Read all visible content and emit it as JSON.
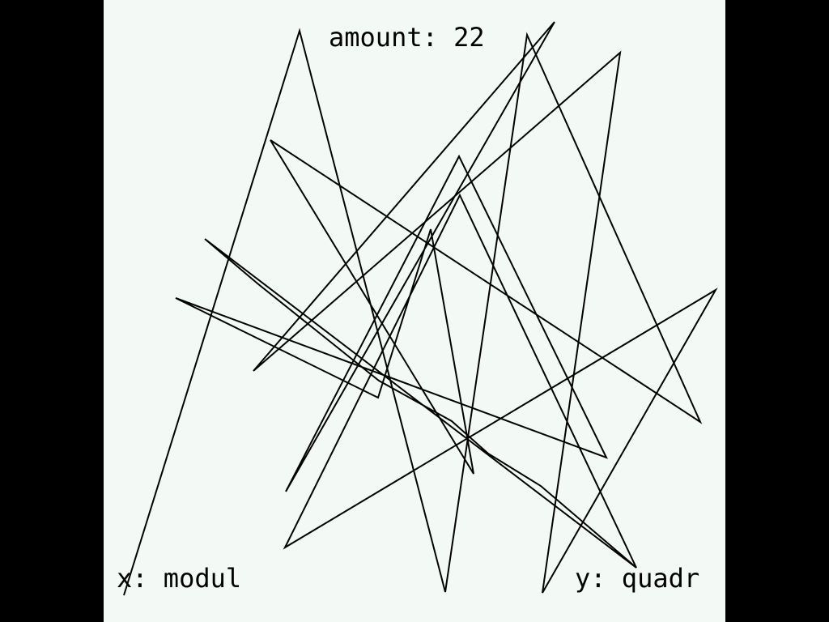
{
  "header": {
    "amount_text": "amount: 22"
  },
  "footer": {
    "x_text": "x: modul",
    "y_text": "y: quadr"
  },
  "colors": {
    "frame": "#000000",
    "background": "#f3f9f5",
    "line": "#000000"
  },
  "pattern": {
    "amount": 22,
    "x_mode": "modul",
    "y_mode": "quadr"
  }
}
